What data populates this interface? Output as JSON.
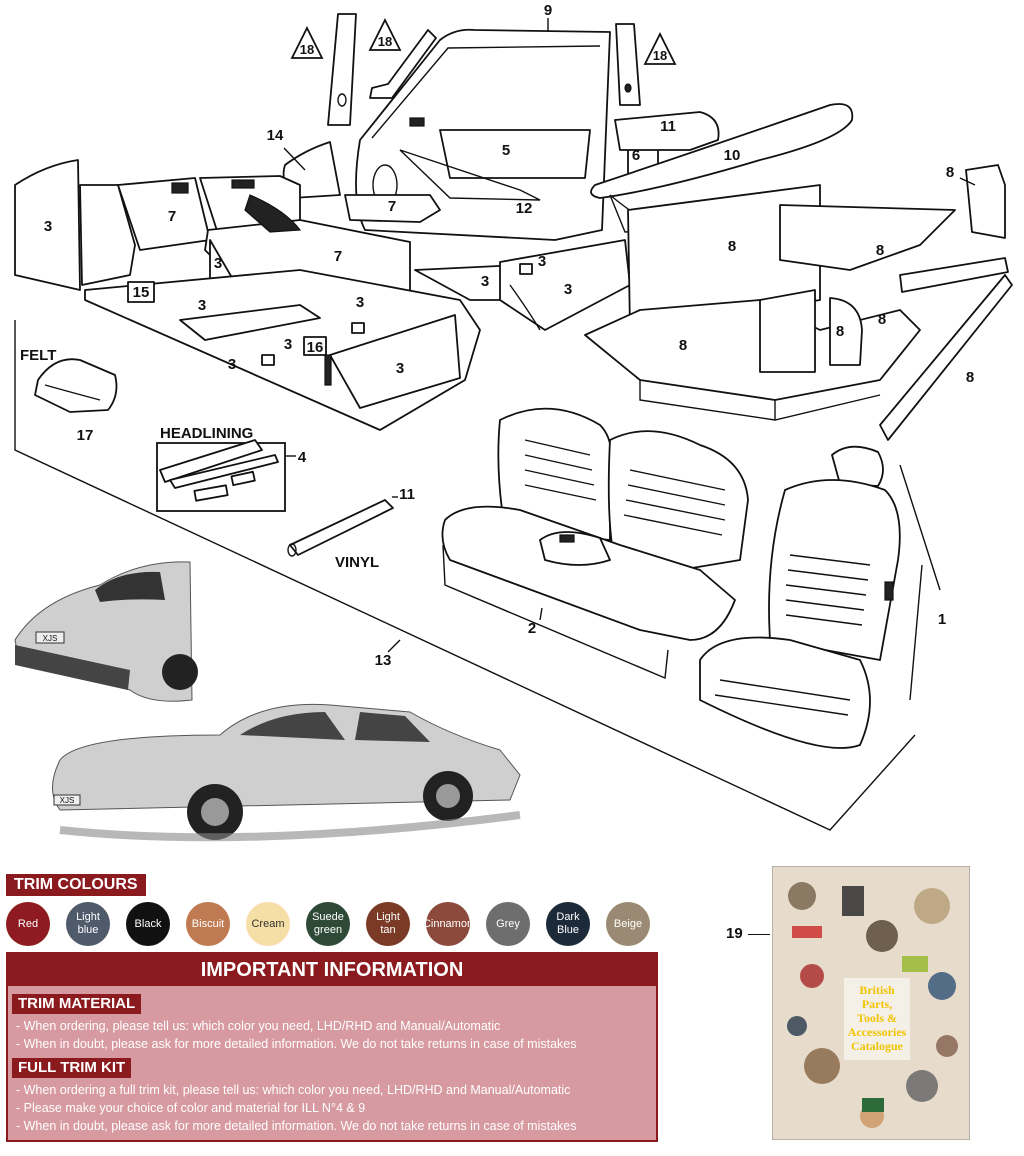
{
  "diagram": {
    "callouts": [
      "18",
      "18",
      "18"
    ],
    "part_numbers": {
      "p1": "1",
      "p2": "2",
      "p3": "3",
      "p4": "4",
      "p5": "5",
      "p6": "6",
      "p7": "7",
      "p8": "8",
      "p9": "9",
      "p10": "10",
      "p11": "11",
      "p12": "12",
      "p13": "13",
      "p14": "14",
      "p15": "15",
      "p16": "16",
      "p17": "17",
      "p19": "19"
    },
    "labels": {
      "felt": "FELT",
      "headlining": "HEADLINING",
      "vinyl": "VINYL"
    },
    "car_plate": "XJS"
  },
  "trim_colours": {
    "title": "TRIM COLOURS",
    "swatches": [
      {
        "name": "Red",
        "color": "#8e1b22",
        "text_color": "#ffffff"
      },
      {
        "name": "Light blue",
        "color": "#4f5a6b",
        "text_color": "#ffffff"
      },
      {
        "name": "Black",
        "color": "#111111",
        "text_color": "#ffffff"
      },
      {
        "name": "Biscuit",
        "color": "#c07a52",
        "text_color": "#ffffff"
      },
      {
        "name": "Cream",
        "color": "#f6dfa6",
        "text_color": "#333333"
      },
      {
        "name": "Suede green",
        "color": "#2e4a36",
        "text_color": "#ffffff"
      },
      {
        "name": "Light tan",
        "color": "#7a3a26",
        "text_color": "#ffffff"
      },
      {
        "name": "Cinnamon",
        "color": "#8b4a3c",
        "text_color": "#ffffff"
      },
      {
        "name": "Grey",
        "color": "#6e6e6e",
        "text_color": "#ffffff"
      },
      {
        "name": "Dark Blue",
        "color": "#1d2a3a",
        "text_color": "#ffffff"
      },
      {
        "name": "Beige",
        "color": "#9b8a73",
        "text_color": "#ffffff"
      }
    ]
  },
  "info": {
    "title": "IMPORTANT INFORMATION",
    "trim_material": {
      "heading": "TRIM MATERIAL",
      "lines": [
        "- When ordering, please tell us: which color you need, LHD/RHD and Manual/Automatic",
        "- When in doubt, please ask for more detailed information. We do not take returns in case of mistakes"
      ]
    },
    "full_trim_kit": {
      "heading": "FULL TRIM KIT",
      "lines": [
        "- When ordering a full trim kit, please tell us: which color you need, LHD/RHD and Manual/Automatic",
        "- Please make your choice of color and material for ILL N°4 & 9",
        "- When in doubt, please ask for more detailed information. We do not take returns in case of mistakes"
      ]
    }
  },
  "catalogue": {
    "title_lines": [
      "British",
      "Parts,",
      "Tools &",
      "Accessories",
      "Catalogue"
    ],
    "colors": {
      "background": "#e7dccb",
      "title": "#f0c400"
    }
  }
}
